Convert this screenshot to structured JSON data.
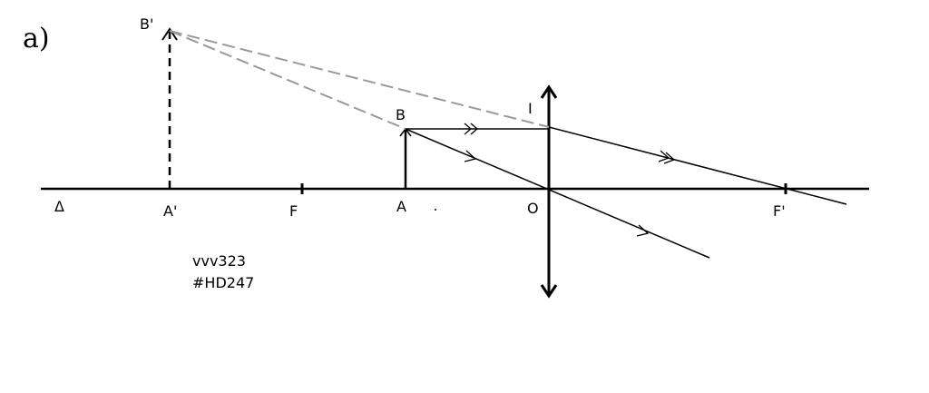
{
  "part_label": "a)",
  "labels": {
    "delta": "Δ",
    "a_prime": "A'",
    "f": "F",
    "a": "A",
    "o": "O",
    "f_prime": "F'",
    "b": "B",
    "b_prime": "B'",
    "i": "I"
  },
  "watermark": {
    "line1": "vvv323",
    "line2": "#HD247"
  },
  "colors": {
    "ink": "#000000",
    "virtual_ray": "#9a9a9a"
  }
}
